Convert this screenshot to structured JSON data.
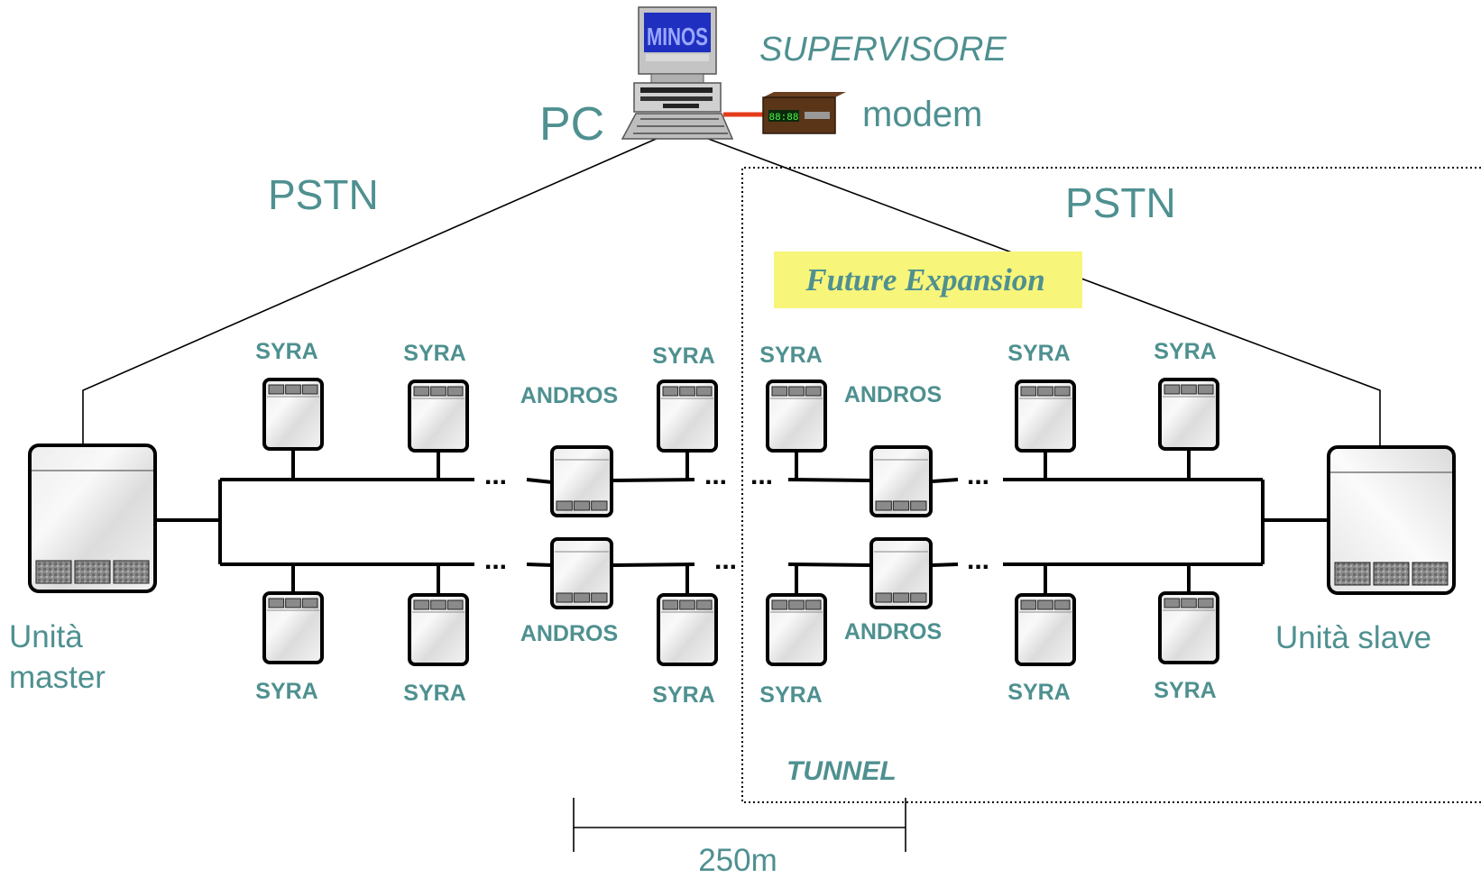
{
  "supervisor": {
    "title": "SUPERVISORE",
    "pc_label": "PC",
    "pc_screen_text": "MINOS",
    "modem_label": "modem",
    "modem_display": "88:88"
  },
  "links": {
    "left_pstn": "PSTN",
    "right_pstn": "PSTN"
  },
  "expansion": {
    "label": "Future Expansion",
    "tunnel_label": "TUNNEL",
    "highlight_color": "#f7f57a"
  },
  "units": {
    "master": [
      "Unità",
      "master"
    ],
    "slave": "Unità slave"
  },
  "devices": {
    "syra_label": "SYRA",
    "andros_label": "ANDROS",
    "ellipsis": "..."
  },
  "scale": {
    "label": "250m"
  },
  "colors": {
    "label_teal": "#4f9090",
    "link_red": "#e43b1b"
  }
}
